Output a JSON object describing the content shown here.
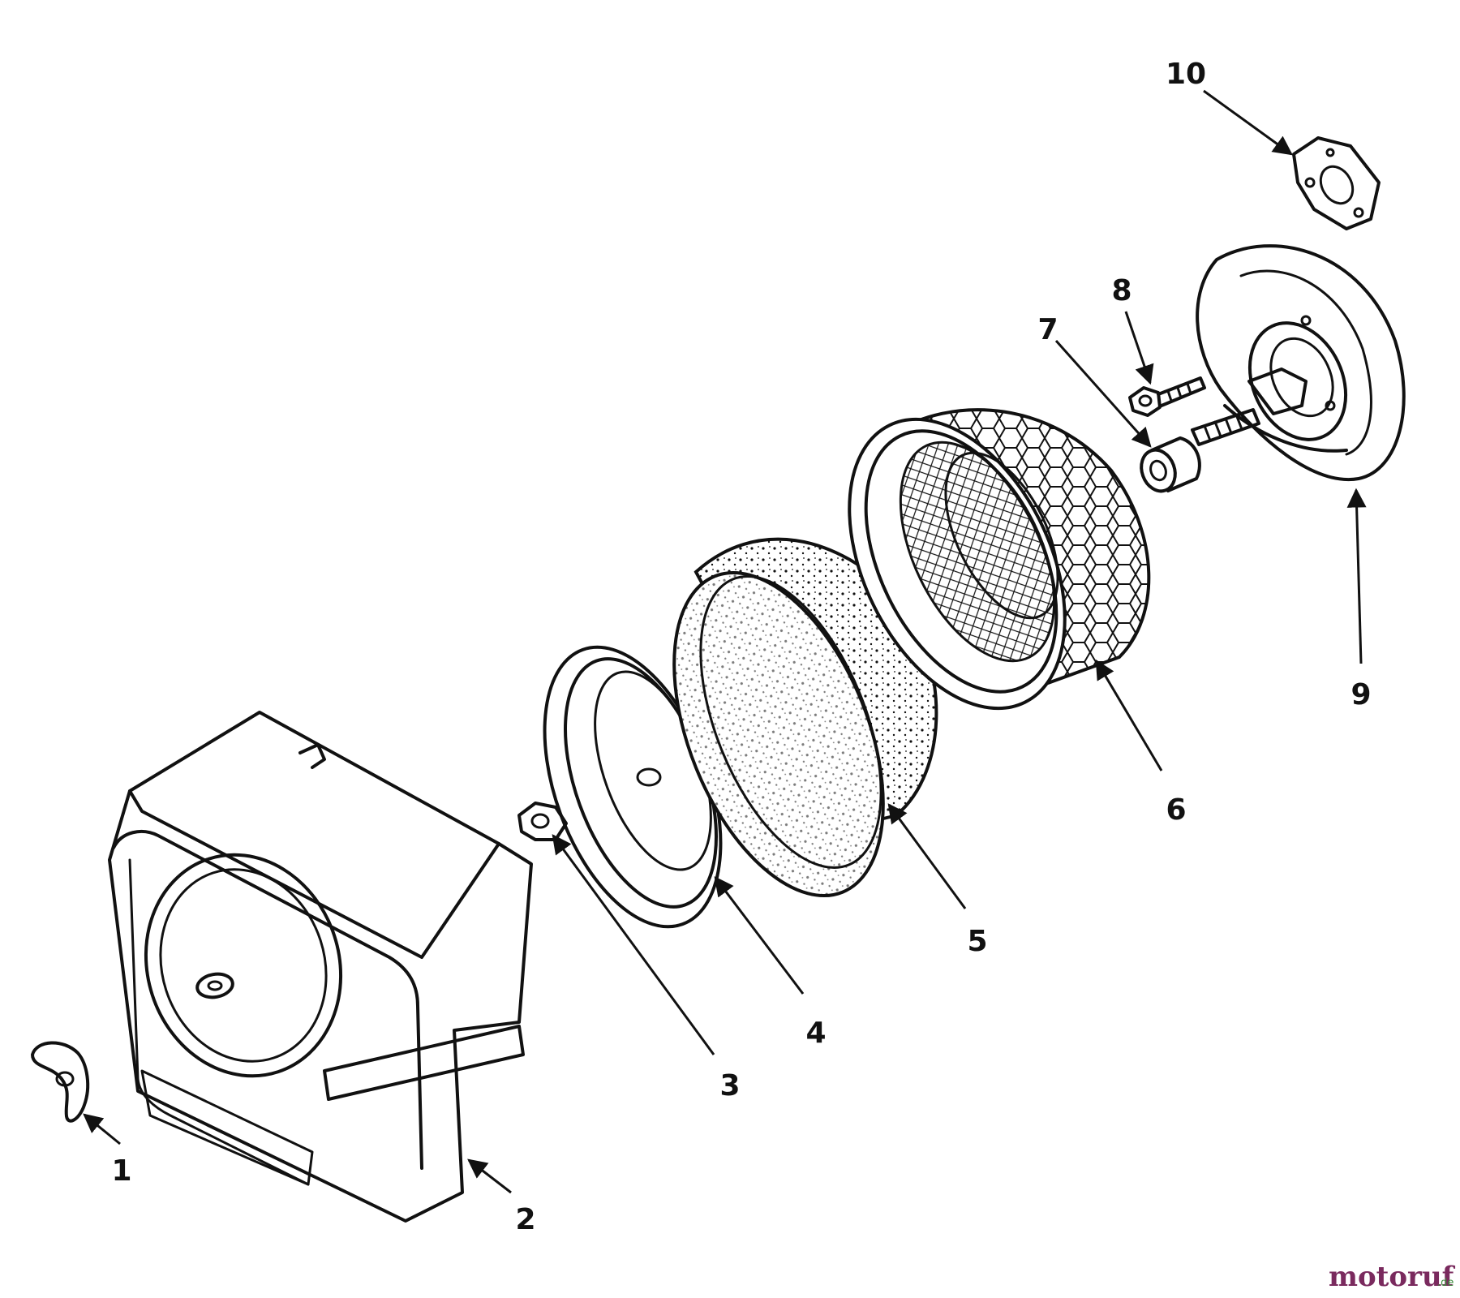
{
  "callouts": [
    "1",
    "2",
    "3",
    "4",
    "5",
    "6",
    "7",
    "8",
    "9",
    "10"
  ],
  "watermark": {
    "brand": "motoruf",
    "tld": ".de"
  },
  "colors": {
    "ink": "#111111",
    "watermark_brand": "#7a2a5e",
    "watermark_tld": "#3b8a3b"
  }
}
